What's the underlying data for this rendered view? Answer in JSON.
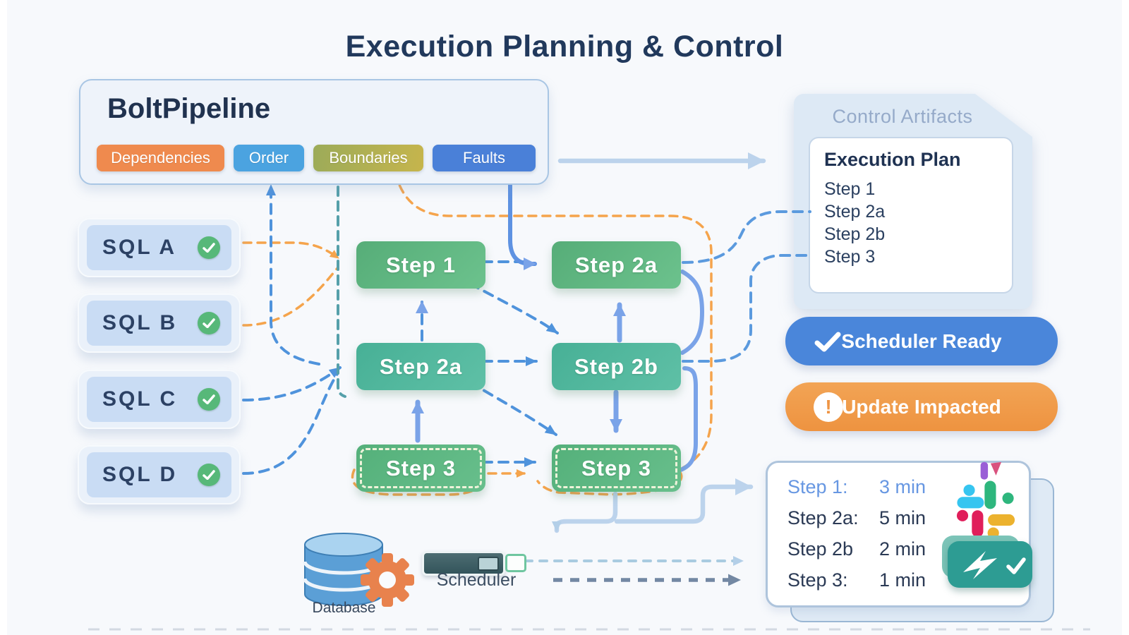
{
  "title": "Execution Planning & Control",
  "pipeline": {
    "title": "BoltPipeline",
    "tags": [
      {
        "label": "Dependencies",
        "color": "#ef8a4e"
      },
      {
        "label": "Order",
        "color": "#4ba3e0"
      },
      {
        "label": "Boundaries",
        "color": "#b2ab52"
      },
      {
        "label": "Faults",
        "color": "#4a80d8"
      }
    ]
  },
  "sources": [
    {
      "label": "SQL A",
      "status_icon": "check-icon"
    },
    {
      "label": "SQL B",
      "status_icon": "check-icon"
    },
    {
      "label": "SQL C",
      "status_icon": "check-icon"
    },
    {
      "label": "SQL D",
      "status_icon": "check-icon"
    }
  ],
  "steps": [
    {
      "label": "Step 1"
    },
    {
      "label": "Step 2a"
    },
    {
      "label": "Step 2a"
    },
    {
      "label": "Step 2b"
    },
    {
      "label": "Step 3"
    },
    {
      "label": "Step 3"
    }
  ],
  "control_artifacts": {
    "title": "Control Artifacts",
    "plan_title": "Execution Plan",
    "plan_items": [
      "Step 1",
      "Step 2a",
      "Step 2b",
      "Step 3"
    ]
  },
  "status_buttons": [
    {
      "label": "Scheduler Ready",
      "icon": "check-icon",
      "color": "#4a86da"
    },
    {
      "label": "Update Impacted",
      "icon": "exclamation-icon",
      "color": "#f09a4c"
    }
  ],
  "timings": {
    "rows": [
      {
        "step": "Step 1:",
        "duration": "3 min",
        "highlighted": true
      },
      {
        "step": "Step 2a:",
        "duration": "5 min",
        "highlighted": false
      },
      {
        "step": "Step 2b",
        "duration": "2 min",
        "highlighted": false
      },
      {
        "step": "Step 3:",
        "duration": "1 min",
        "highlighted": false
      }
    ],
    "icons": [
      "slack-icon",
      "automation-check-badge-icon"
    ]
  },
  "infrastructure": {
    "database_label": "Database",
    "scheduler_label": "Scheduler",
    "icons": [
      "database-icon",
      "gear-icon",
      "scheduler-bar"
    ]
  },
  "colors": {
    "title_text": "#21395c",
    "step_green": "#5cb57e",
    "step_teal": "#4bb298",
    "check_green": "#57b879",
    "arrow_blue_dashed": "#4f93dc",
    "arrow_orange_dashed": "#f5a44c",
    "arrow_solid_blue": "#7aa3e8",
    "arrow_light_blue": "#bcd3ec",
    "arrow_slate": "#7388a3",
    "arrow_teal_dashed": "#55a0aa"
  }
}
